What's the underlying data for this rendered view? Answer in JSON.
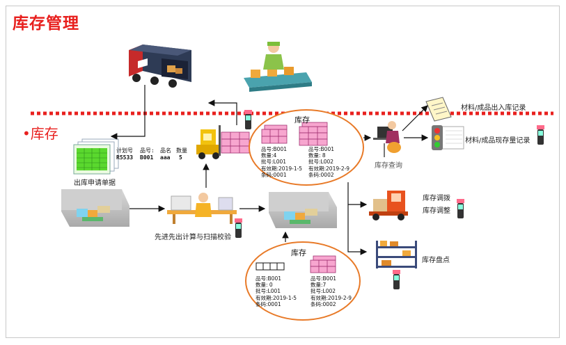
{
  "title": "库存管理",
  "section_label": "•库存",
  "labels": {
    "outbound_request": "出库申请单据",
    "fifo_scan": "先进先出计算与扫描校验",
    "inventory_query": "库存查询",
    "inout_records": "材料/成品出入库记录",
    "current_stock": "材料/成品现存量记录",
    "transfer": "库存调拨",
    "adjust": "库存调整",
    "stocktake": "库存盘点"
  },
  "order_table": {
    "headers": [
      "计划号",
      "品号:",
      "品名",
      "数量"
    ],
    "values": [
      "R5533",
      "B001",
      "aaa",
      "5"
    ]
  },
  "stock_top": {
    "title": "库存",
    "left": [
      "品号:B001",
      "数量:4",
      "批号:L001",
      "有效期:2019-1-5",
      "条码:0001"
    ],
    "right": [
      "品号:B001",
      "数量: 8",
      "批号:L002",
      "有效期:2019-2-9",
      "条码:0002"
    ]
  },
  "stock_bottom": {
    "title": "库存",
    "left": [
      "品号:B001",
      "数量: 0",
      "批号:L001",
      "有效期:2019-1-5",
      "条码:0001"
    ],
    "right": [
      "品号:B001",
      "数量:7",
      "批号:L002",
      "有效期:2019-2-9",
      "条码:0002"
    ]
  },
  "colors": {
    "accent": "#e8201e",
    "oval_border": "#e87a28",
    "box_pink": "#f7a6cf",
    "forklift": "#f2c20e"
  },
  "icons": [
    "truck-icon",
    "conveyor-worker-icon",
    "document-stack-icon",
    "forklift-icon",
    "warehouse-room-icon",
    "scanner-icon",
    "clerk-desk-icon",
    "computer-user-icon",
    "clipboard-icon",
    "traffic-light-report-icon",
    "pallet-truck-icon",
    "storage-shelf-icon"
  ]
}
